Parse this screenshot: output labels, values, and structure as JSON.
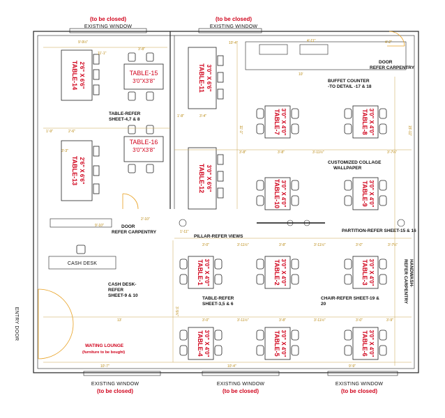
{
  "windows": {
    "top_left": {
      "label": "EXISTING WINDOW",
      "note": "(to be closed)"
    },
    "top_mid": {
      "label": "EXISTING WINDOW",
      "note": "(to be closed)"
    },
    "bottom_left": {
      "label": "EXISTING WINDOW",
      "note": "(to be closed)"
    },
    "bottom_mid": {
      "label": "EXISTING WINDOW",
      "note": "(to be closed)"
    },
    "bottom_right": {
      "label": "EXISTING WINDOW",
      "note": "(to be closed)"
    }
  },
  "tables": [
    {
      "name": "TABLE-14",
      "size": "2'6\" X 6'6\""
    },
    {
      "name": "TABLE-13",
      "size": "2'6\" X 6'6\""
    },
    {
      "name": "TABLE-15",
      "size": "3'0\"X3'8\""
    },
    {
      "name": "TABLE-16",
      "size": "3'0\"X3'8\""
    },
    {
      "name": "TABLE-11",
      "size": "3'0\" X 6'6\""
    },
    {
      "name": "TABLE-12",
      "size": "3'0\" X 6'6\""
    },
    {
      "name": "TABLE-7",
      "size": "3'0\" X 4'0\""
    },
    {
      "name": "TABLE-8",
      "size": "3'0\" X 4'0\""
    },
    {
      "name": "TABLE-10",
      "size": "3'0\" X 4'0\""
    },
    {
      "name": "TABLE-9",
      "size": "3'0\" X 4'0\""
    },
    {
      "name": "TABLE-1",
      "size": "3'0\" X 4'0\""
    },
    {
      "name": "TABLE-2",
      "size": "3'0\" X 4'0\""
    },
    {
      "name": "TABLE-3",
      "size": "3'0\" X 4'0\""
    },
    {
      "name": "TABLE-4",
      "size": "3'0\" X 4'0\""
    },
    {
      "name": "TABLE-5",
      "size": "3'0\" X 4'0\""
    },
    {
      "name": "TABLE-6",
      "size": "3'0\" X 4'0\""
    }
  ],
  "labels": {
    "door_top": "DOOR",
    "door_top_note": "REFER CARPENTRY",
    "buffet": "BUFFET COUNTER",
    "buffet_note": "-TO DETAIL -17 & 18",
    "table_refer_1": "TABLE-REFER",
    "table_refer_1b": "SHEET-4,7 & 8",
    "collage": "CUSTOMIZED COLLAGE",
    "collage_b": "WALLPAPER",
    "door_mid": "DOOR",
    "door_mid_note": "REFER CARPENTRY",
    "pillar": "PILLAR-REFER VIEWS",
    "partition": "PARTITION-REFER SHEET-15 & 16",
    "cash_desk": "CASH DESK",
    "cash_refer_1": "CASH DESK-",
    "cash_refer_2": "REFER",
    "cash_refer_3": "SHEET-9 & 10",
    "table_refer_2": "TABLE-REFER",
    "table_refer_2b": "SHEET-3,5 & 6",
    "chair_refer": "CHAIR-REFER SHEET-19 &",
    "chair_refer_b": "20",
    "entry": "ENTRY DOOR",
    "lounge": "WATING LOUNGE",
    "lounge_note": "(furniture to be bought)",
    "handwash": "HANDWASH-",
    "handwash_b": "REFER CARPENTRY"
  },
  "dims": {
    "d1": "9'-9½\"",
    "d2": "11'-1\"",
    "d3": "3'-8\"",
    "d4": "10'-4\"",
    "d5": "4'-11\"",
    "d6": "4'-2\"",
    "d7": "10'",
    "d8": "1'-9\"",
    "d9": "2'-6\"",
    "d10": "3'-3\"",
    "d11": "1'-8\"",
    "d12": "3'-4\"",
    "d13": "3'-8\"",
    "d14": "3'-8\"",
    "d15": "3'-11½\"",
    "d16": "3'-7¼\"",
    "d17": "2'-10\"",
    "d18": "9'-10\"",
    "d19": "1'-11\"",
    "d20": "3'-0\"",
    "d21": "3'-11½\"",
    "d22": "3'-8\"",
    "d23": "3'-11½\"",
    "d24": "3'-0\"",
    "d25": "3'-7¼\"",
    "d26": "13'",
    "d27": "3'-0\"",
    "d28": "3'-11½\"",
    "d29": "3'-8\"",
    "d30": "3'-11½\"",
    "d31": "3'-0\"",
    "d32": "3'-9\"",
    "d33": "10'-7\"",
    "d34": "10'-4\"",
    "d35": "9'-9\"",
    "d36": "15'-11\"",
    "d37": "11'-1\"",
    "d38": "3'-5¾\""
  }
}
